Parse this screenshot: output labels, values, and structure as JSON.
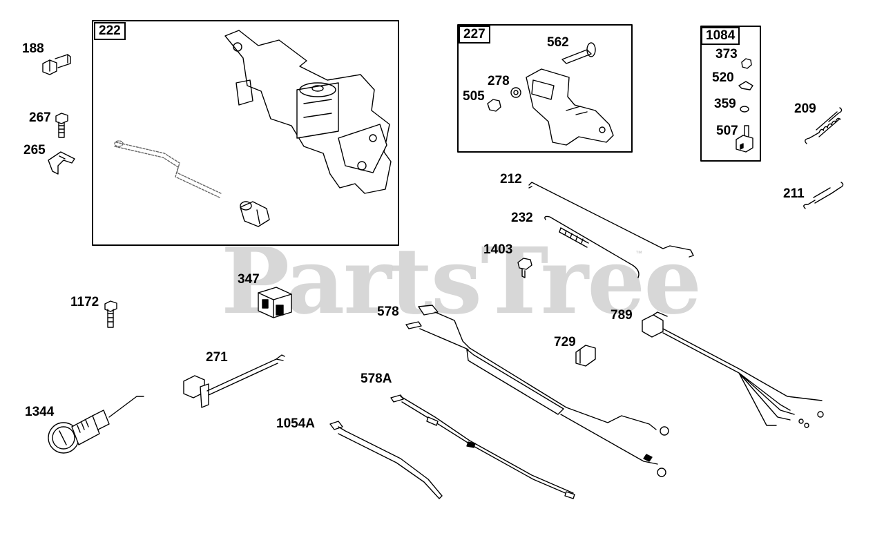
{
  "watermark": {
    "text": "PartsTree",
    "trademark": "™"
  },
  "group_boxes": {
    "g222": "222",
    "g227": "227",
    "g1084": "1084"
  },
  "labels": {
    "p188": "188",
    "p267": "267",
    "p265": "265",
    "p562": "562",
    "p278": "278",
    "p505": "505",
    "p373": "373",
    "p520": "520",
    "p359": "359",
    "p507": "507",
    "p209": "209",
    "p212": "212",
    "p211": "211",
    "p232": "232",
    "p1403": "1403",
    "p347": "347",
    "p1172": "1172",
    "p578": "578",
    "p789": "789",
    "p729": "729",
    "p271": "271",
    "p578A": "578A",
    "p1344": "1344",
    "p1054A": "1054A"
  }
}
